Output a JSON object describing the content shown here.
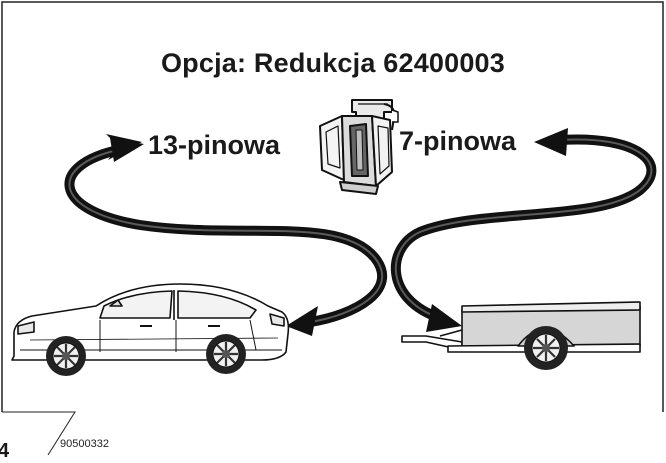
{
  "diagram": {
    "title": "Opcja: Redukcja 62400003",
    "label_13_pin": "13-pinowa",
    "label_7_pin": "7-pinowa",
    "figure_number": "90500332",
    "figure_corner": "4"
  }
}
